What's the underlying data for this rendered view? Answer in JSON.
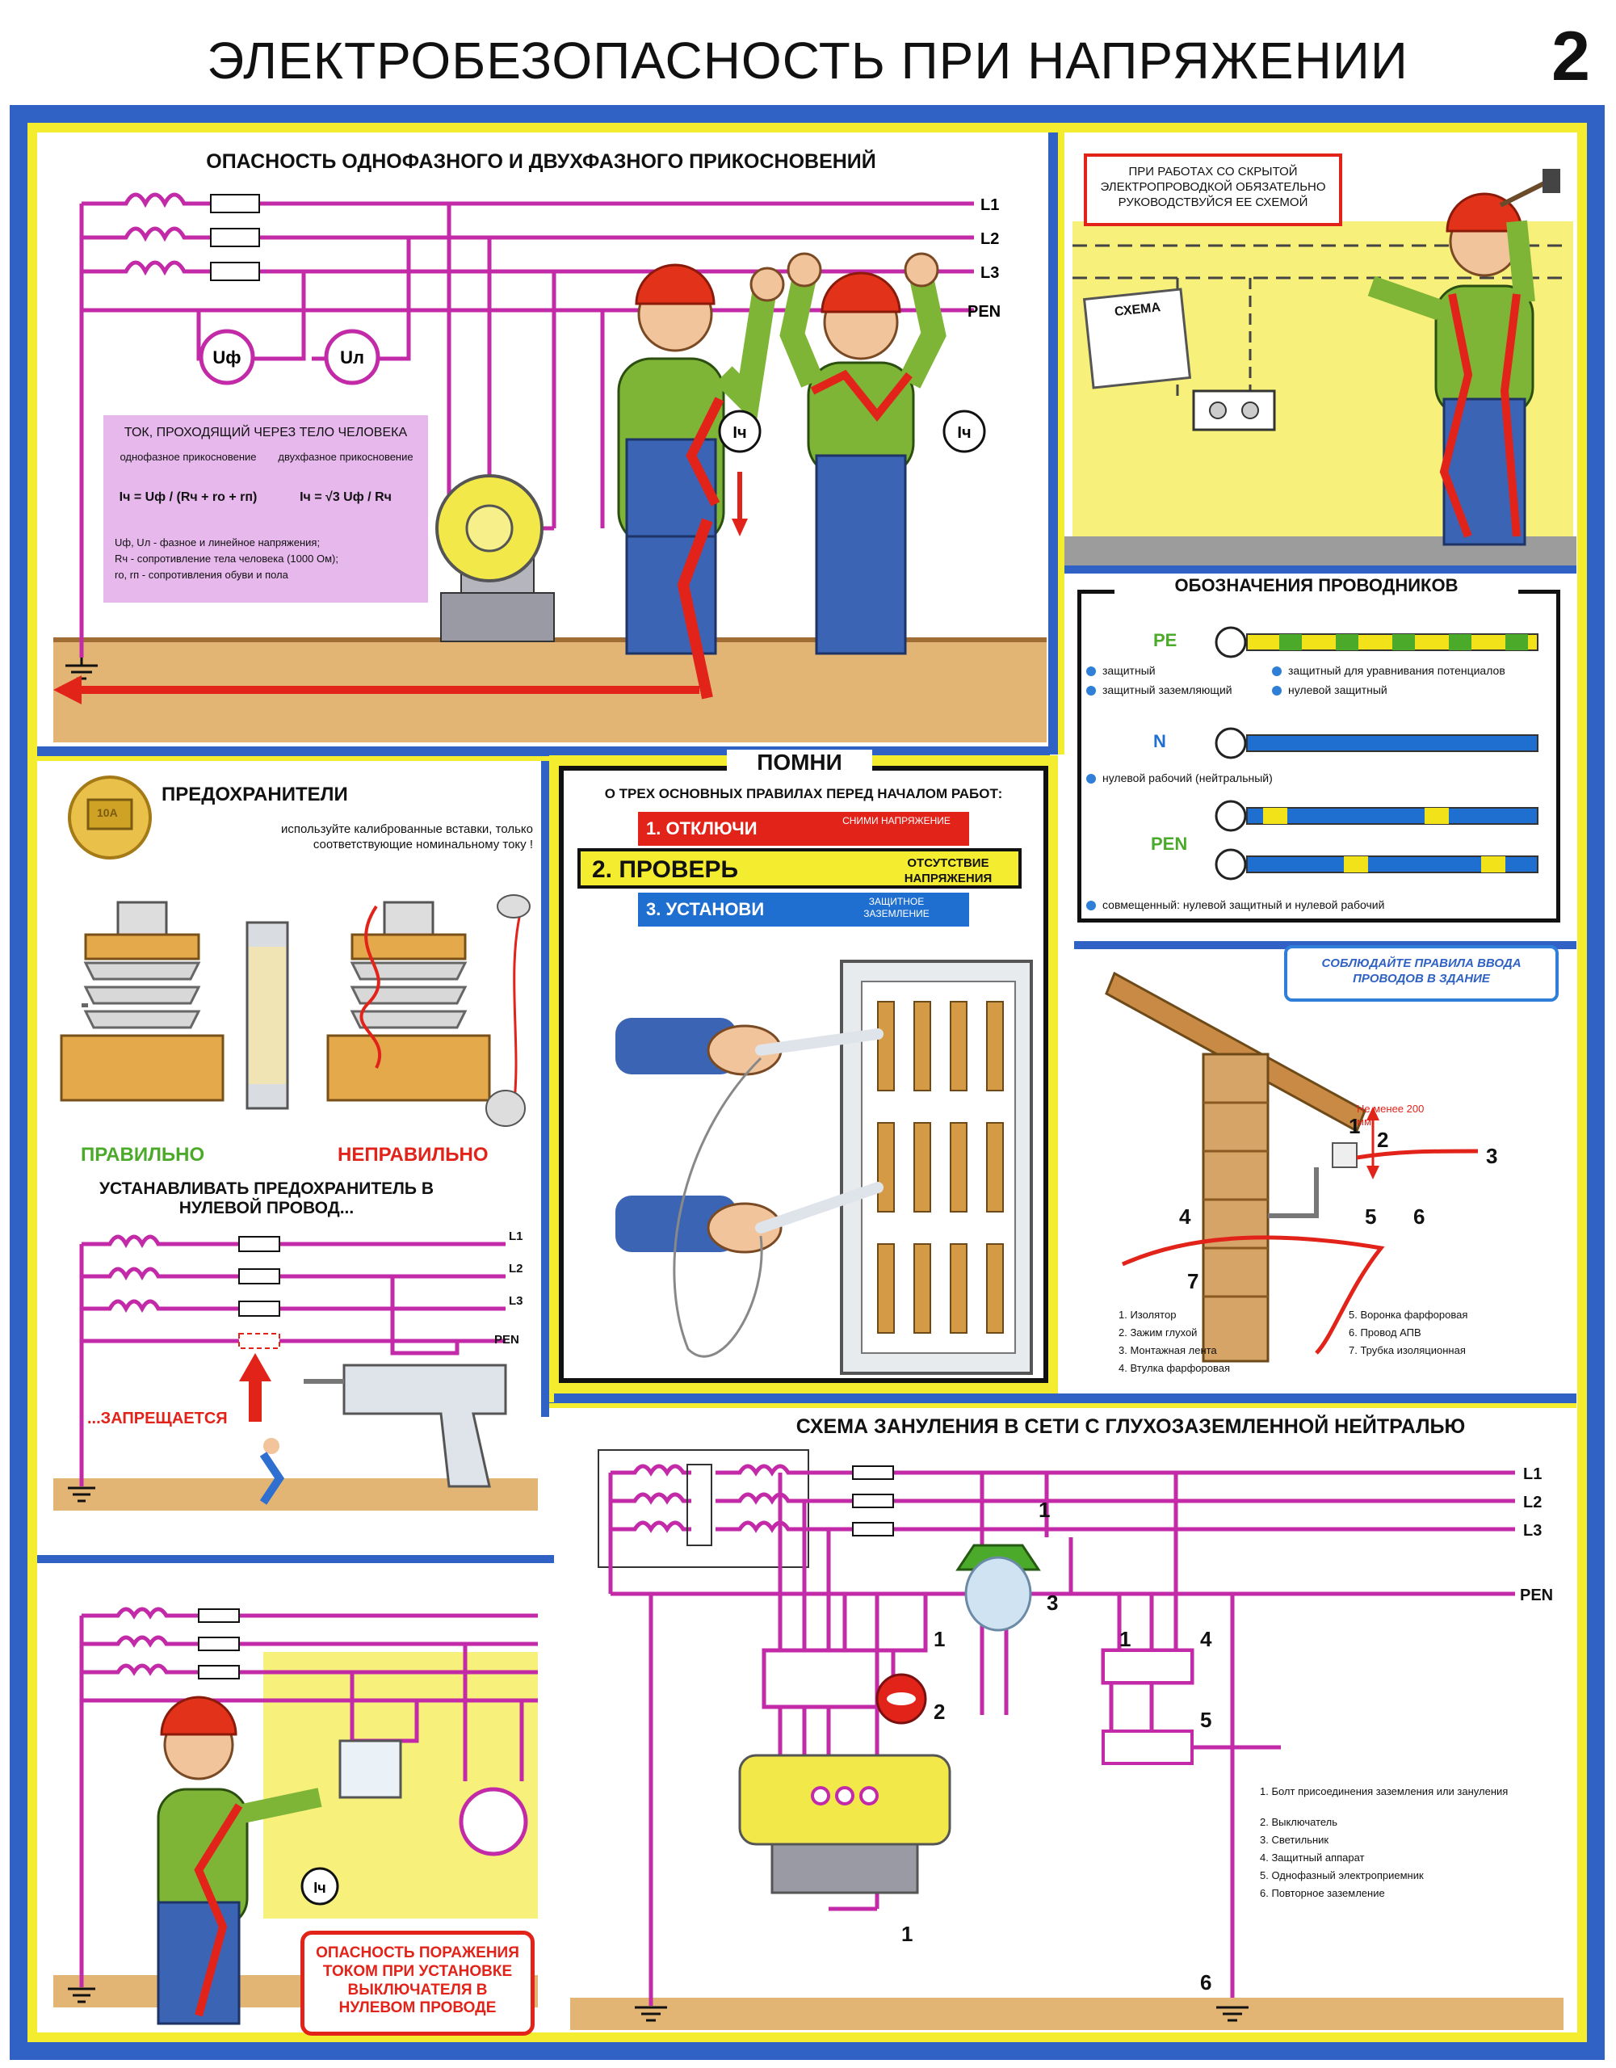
{
  "header": {
    "title": "ЭЛЕКТРОБЕЗОПАСНОСТЬ ПРИ НАПРЯЖЕНИИ ДО 1000 В",
    "page_number": "2"
  },
  "colors": {
    "frame_blue": "#2f62c4",
    "frame_yellow": "#f4ed2f",
    "wire_magenta": "#c22aa8",
    "ground_tan": "#e3b574",
    "warn_red": "#e2231a",
    "pe_yellow": "#f2e21a",
    "n_blue": "#1f6fd0",
    "box_lilac": "#e6b8ec"
  },
  "touch": {
    "title": "ОПАСНОСТЬ ОДНОФАЗНОГО И ДВУХФАЗНОГО ПРИКОСНОВЕНИЙ",
    "lines": [
      "L1",
      "L2",
      "L3",
      "PEN"
    ],
    "uf": "Uф",
    "un": "Uл",
    "current": "Iч",
    "box_title": "ТОК, ПРОХОДЯЩИЙ ЧЕРЕЗ ТЕЛО ЧЕЛОВЕКА",
    "single_label": "однофазное прикосновение",
    "double_label": "двухфазное прикосновение",
    "formula_single": "Iч = Uф / (Rч + rо + rп)",
    "formula_double": "Iч = √3 Uф / Rч",
    "legend_1": "Uф, Uл - фазное и линейное напряжения;",
    "legend_2": "Rч - сопротивление тела человека (1000 Ом);",
    "legend_3": "rо, rп - сопротивления обуви и пола"
  },
  "hidden": {
    "note": "ПРИ РАБОТАХ СО СКРЫТОЙ ЭЛЕКТРОПРОВОДКОЙ ОБЯЗАТЕЛЬНО РУКОВОДСТВУЙСЯ ЕЕ СХЕМОЙ",
    "scheme": "СХЕМА"
  },
  "conductors": {
    "title": "ОБОЗНАЧЕНИЯ ПРОВОДНИКОВ",
    "pe": "PE",
    "n": "N",
    "pen": "PEN",
    "pe_items": [
      "защитный",
      "защитный заземляющий",
      "защитный для уравнивания потенциалов",
      "нулевой защитный"
    ],
    "n_item": "нулевой рабочий (нейтральный)",
    "pen_item": "совмещенный: нулевой защитный и нулевой рабочий"
  },
  "fuses": {
    "title": "ПРЕДОХРАНИТЕЛИ",
    "rating": "10А",
    "advice": "используйте калиброванные вставки, только соответствующие номинальному току !",
    "correct": "ПРАВИЛЬНО",
    "wrong": "НЕПРАВИЛЬНО",
    "neutral_title": "УСТАНАВЛИВАТЬ ПРЕДОХРАНИТЕЛЬ В НУЛЕВОЙ ПРОВОД...",
    "forbidden": "...ЗАПРЕЩАЕТСЯ"
  },
  "remember": {
    "title": "ПОМНИ",
    "subtitle": "О ТРЕХ ОСНОВНЫХ ПРАВИЛАХ ПЕРЕД НАЧАЛОМ РАБОТ:",
    "rules": [
      {
        "label": "1. ОТКЛЮЧИ",
        "note": "СНИМИ НАПРЯЖЕНИЕ"
      },
      {
        "label": "2. ПРОВЕРЬ",
        "note": "ОТСУТСТВИЕ НАПРЯЖЕНИЯ"
      },
      {
        "label": "3. УСТАНОВИ",
        "note": "ЗАЩИТНОЕ ЗАЗЕМЛЕНИЕ"
      }
    ]
  },
  "entry": {
    "title": "СОБЛЮДАЙТЕ ПРАВИЛА ВВОДА ПРОВОДОВ В ЗДАНИЕ",
    "distance": "Не менее 200 мм",
    "legend": [
      "1. Изолятор",
      "2. Зажим глухой",
      "3. Монтажная лента",
      "4. Втулка фарфоровая",
      "5. Воронка фарфоровая",
      "6. Провод АПВ",
      "7. Трубка изоляционная"
    ]
  },
  "breaker": {
    "warning": "ОПАСНОСТЬ ПОРАЖЕНИЯ ТОКОМ ПРИ УСТАНОВКЕ ВЫКЛЮЧАТЕЛЯ В НУЛЕВОМ ПРОВОДЕ"
  },
  "grounding": {
    "title": "СХЕМА ЗАНУЛЕНИЯ В СЕТИ С ГЛУХОЗАЗЕМЛЕННОЙ НЕЙТРАЛЬЮ",
    "legend": [
      "1. Болт присоединения заземления или зануления",
      "2. Выключатель",
      "3. Светильник",
      "4. Защитный аппарат",
      "5. Однофазный электроприемник",
      "6. Повторное заземление"
    ]
  }
}
